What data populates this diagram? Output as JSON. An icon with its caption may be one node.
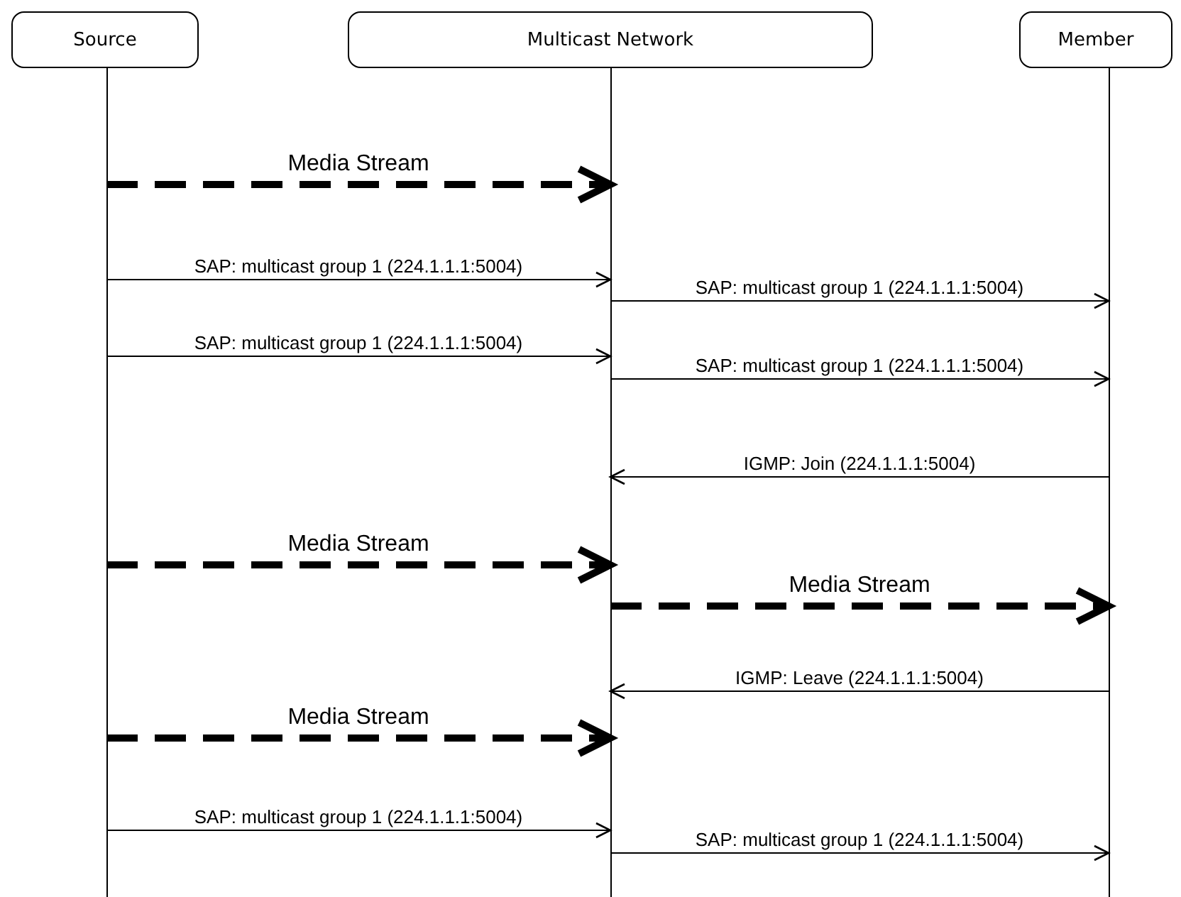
{
  "diagram": {
    "nodes": [
      {
        "text": [
          "Source"
        ]
      },
      {
        "text": [
          "Multicast Network"
        ]
      },
      {
        "text": [
          "Member"
        ]
      }
    ],
    "edges": [
      {
        "from": 0,
        "to": 1,
        "arrow": "to",
        "label": "Media Stream",
        "style": "dashed"
      },
      {
        "from": 0,
        "to": 1,
        "arrow": "to",
        "label": "SAP: multicast group 1 (224.1.1.1:5004)"
      },
      {
        "from": 1,
        "to": 2,
        "arrow": "to",
        "label": "SAP: multicast group 1 (224.1.1.1:5004)"
      },
      {
        "from": 0,
        "to": 1,
        "arrow": "to",
        "label": "SAP: multicast group 1 (224.1.1.1:5004)"
      },
      {
        "from": 1,
        "to": 2,
        "arrow": "to",
        "label": "SAP: multicast group 1 (224.1.1.1:5004)"
      },
      {
        "from": 2,
        "to": 1,
        "arrow": "to",
        "label": "IGMP: Join (224.1.1.1:5004)"
      },
      {
        "from": 0,
        "to": 1,
        "arrow": "to",
        "label": "Media Stream",
        "style": "dashed"
      },
      {
        "from": 1,
        "to": 2,
        "arrow": "to",
        "label": "Media Stream",
        "style": "dashed"
      },
      {
        "from": 2,
        "to": 1,
        "arrow": "to",
        "label": "IGMP: Leave (224.1.1.1:5004)"
      },
      {
        "from": 0,
        "to": 1,
        "arrow": "to",
        "label": "Media Stream",
        "style": "dashed"
      },
      {
        "from": 0,
        "to": 1,
        "arrow": "to",
        "label": "SAP: multicast group 1 (224.1.1.1:5004)"
      },
      {
        "from": 1,
        "to": 2,
        "arrow": "to",
        "label": "SAP: multicast group 1 (224.1.1.1:5004)"
      }
    ]
  }
}
